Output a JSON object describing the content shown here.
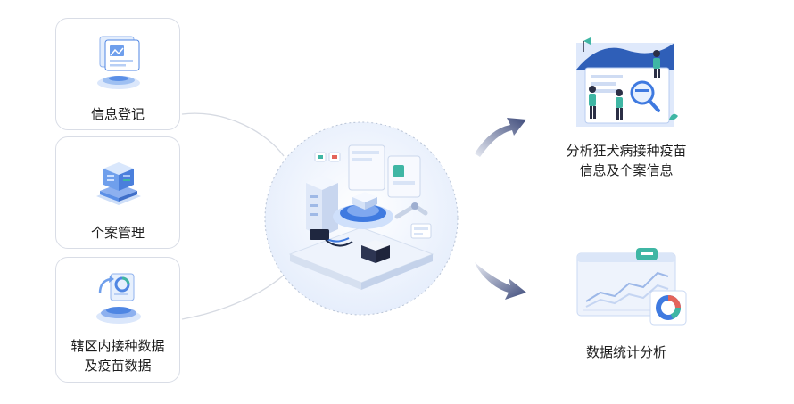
{
  "inputs": [
    {
      "label": "信息登记",
      "icon": "registration-form-icon"
    },
    {
      "label": "个案管理",
      "icon": "database-server-icon"
    },
    {
      "label_line1": "辖区内接种数据",
      "label_line2": "及疫苗数据",
      "icon": "data-platform-icon"
    }
  ],
  "hub": {
    "icon": "data-platform-isometric-illustration"
  },
  "outputs": [
    {
      "label_line1": "分析狂犬病接种疫苗",
      "label_line2": "信息及个案信息",
      "icon": "analysis-magnifier-illustration"
    },
    {
      "label": "数据统计分析",
      "icon": "statistics-dashboard-illustration"
    }
  ],
  "colors": {
    "accent_blue": "#3f7ae0",
    "light_blue": "#cfe0fb",
    "teal": "#3fb6a4",
    "arrow_navy": "#3d4a7a",
    "card_border": "#d9dde6"
  }
}
